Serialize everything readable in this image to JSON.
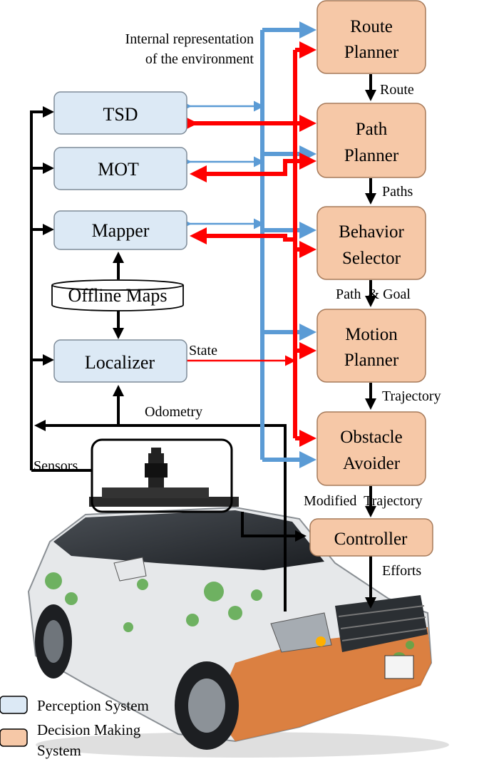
{
  "perception_modules": {
    "tsd": "TSD",
    "mot": "MOT",
    "mapper": "Mapper",
    "offline_maps": "Offline Maps",
    "localizer": "Localizer"
  },
  "decision_modules": {
    "route_planner": [
      "Route",
      "Planner"
    ],
    "path_planner": [
      "Path",
      "Planner"
    ],
    "behavior_selector": [
      "Behavior",
      "Selector"
    ],
    "motion_planner": [
      "Motion",
      "Planner"
    ],
    "obstacle_avoider": [
      "Obstacle",
      "Avoider"
    ],
    "controller": "Controller"
  },
  "edge_labels": {
    "internal_representation": [
      "Internal representation",
      "of the environment"
    ],
    "route": "Route",
    "paths": "Paths",
    "path_goal": "Path  & Goal",
    "trajectory": "Trajectory",
    "modified_trajectory": "Modified  Trajectory",
    "efforts": "Efforts",
    "state": "State",
    "odometry": "Odometry",
    "sensors": "Sensors"
  },
  "legend": {
    "perception": "Perception System",
    "decision": [
      "Decision Making",
      "System"
    ]
  },
  "colors": {
    "perception_fill": "#dce9f5",
    "decision_fill": "#f6c8a7",
    "blue_arrow": "#5b9bd5",
    "red_arrow": "#ff0000",
    "car_orange": "#d9742f",
    "car_body": "#e6e8ea"
  }
}
